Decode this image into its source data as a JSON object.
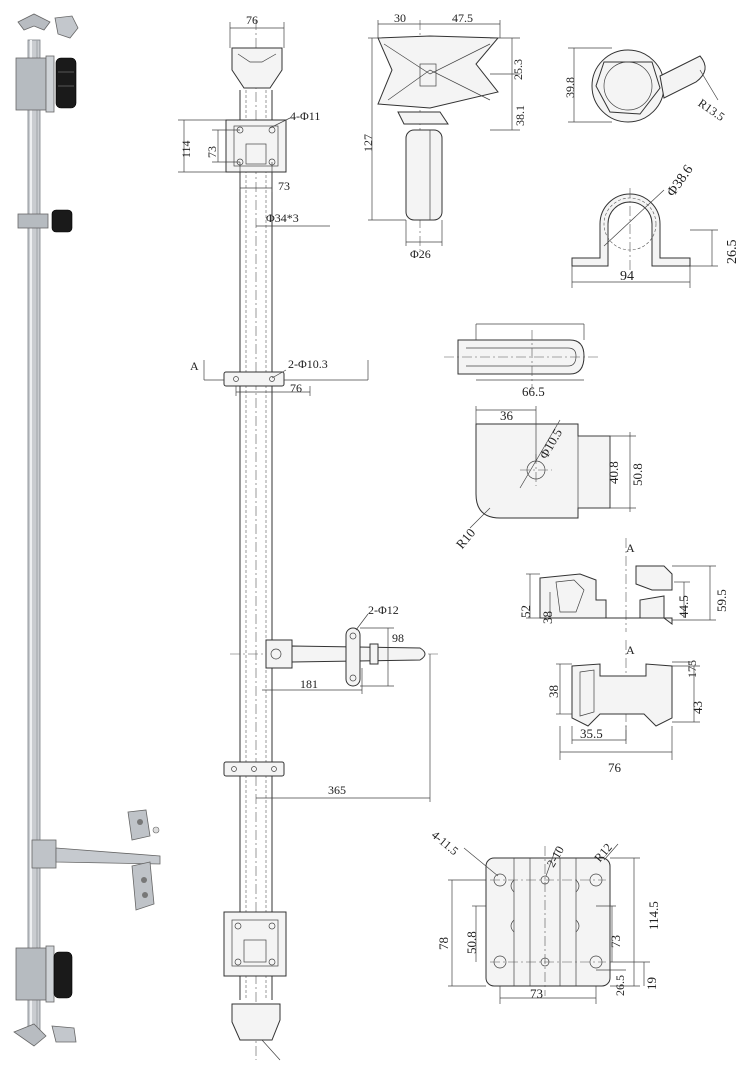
{
  "dimensions": {
    "main_top_width": "76",
    "hinge_holes": "4-Φ11",
    "hinge_height": "114",
    "hinge_hole_spacing_v": "73",
    "hinge_hole_spacing_h": "73",
    "tube": "Φ34*3",
    "section_mark": "A",
    "guide_holes": "2-Φ10.3",
    "guide_width": "76",
    "handle_holes": "2-Φ12",
    "handle_height": "98",
    "handle_offset": "181",
    "handle_length": "365",
    "cam_w1": "30",
    "cam_w2": "47.5",
    "cam_h1": "25.3",
    "cam_h2": "38.1",
    "cam_total": "127",
    "cam_shaft": "Φ26",
    "collar_height": "39.8",
    "collar_radius": "R13.5",
    "bracket_dia": "Φ38.6",
    "bracket_height": "26.5",
    "bracket_width": "94",
    "keeper_width": "66.5",
    "keeper_offset": "36",
    "keeper_hole": "Φ10.5",
    "keeper_h1": "40.8",
    "keeper_h2": "50.8",
    "keeper_radius": "R10",
    "catch_h1": "52",
    "catch_h2": "38",
    "catch_h3": "44.5",
    "catch_h4": "59.5",
    "catch_mark": "A",
    "catch_b_h1": "38",
    "catch_b_175": "175",
    "catch_b_43": "43",
    "catch_b_35": "35.5",
    "catch_b_76": "76",
    "plate_holes_a": "4-11.5",
    "plate_holes_b": "2-10",
    "plate_radius": "R12",
    "plate_height": "114.5",
    "plate_78": "78",
    "plate_508": "50.8",
    "plate_73v": "73",
    "plate_19": "19",
    "plate_265": "26.5",
    "plate_73h": "73"
  }
}
